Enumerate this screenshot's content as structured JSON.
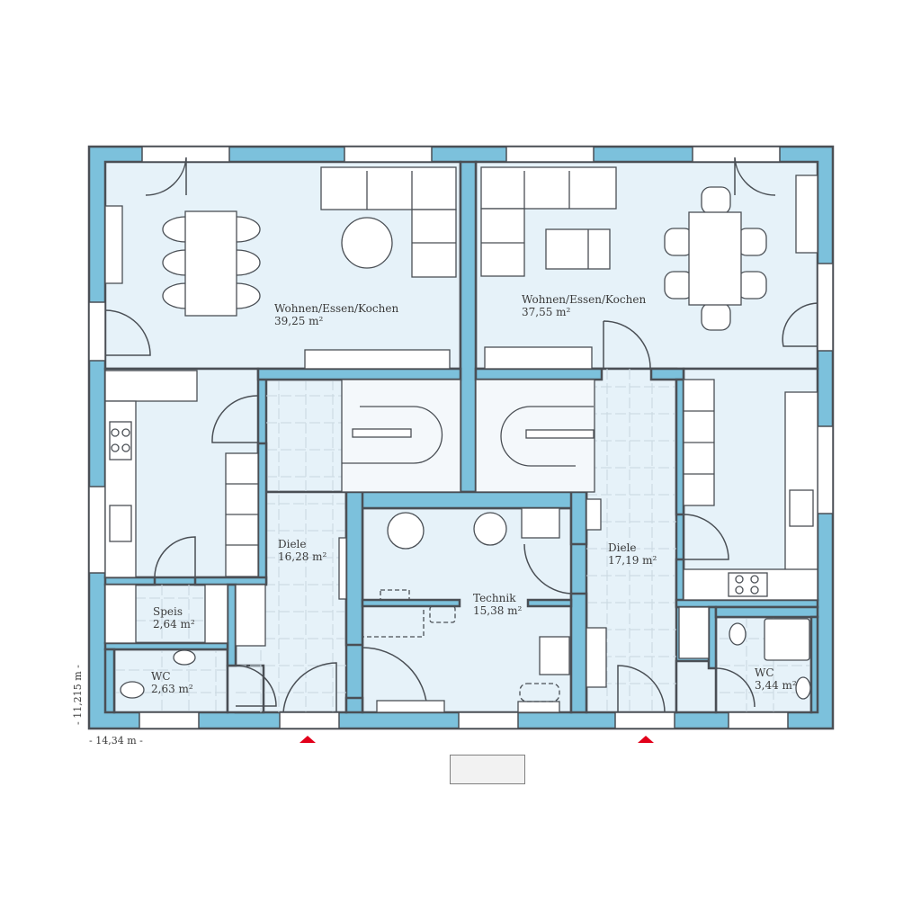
{
  "plan": {
    "colors": {
      "wall": "#7cc1dc",
      "wall_outline": "#4a4f55",
      "floor": "#e6f2f9",
      "furniture": "#ffffff",
      "entry_marker": "#e2001a"
    },
    "rooms": [
      {
        "name": "Wohnen/Essen/Kochen",
        "area": "39,25 m²"
      },
      {
        "name": "Wohnen/Essen/Kochen",
        "area": "37,55 m²"
      },
      {
        "name": "Diele",
        "area": "16,28 m²"
      },
      {
        "name": "Diele",
        "area": "17,19 m²"
      },
      {
        "name": "Technik",
        "area": "15,38 m²"
      },
      {
        "name": "Speis",
        "area": "2,64 m²"
      },
      {
        "name": "WC",
        "area": "2,63 m²"
      },
      {
        "name": "WC",
        "area": "3,44 m²"
      }
    ],
    "dimensions": {
      "width": "- 14,34 m -",
      "depth": "- 11,215 m -"
    },
    "entrances": [
      {
        "icon": "entry-arrow-icon"
      },
      {
        "icon": "entry-arrow-icon"
      }
    ]
  }
}
